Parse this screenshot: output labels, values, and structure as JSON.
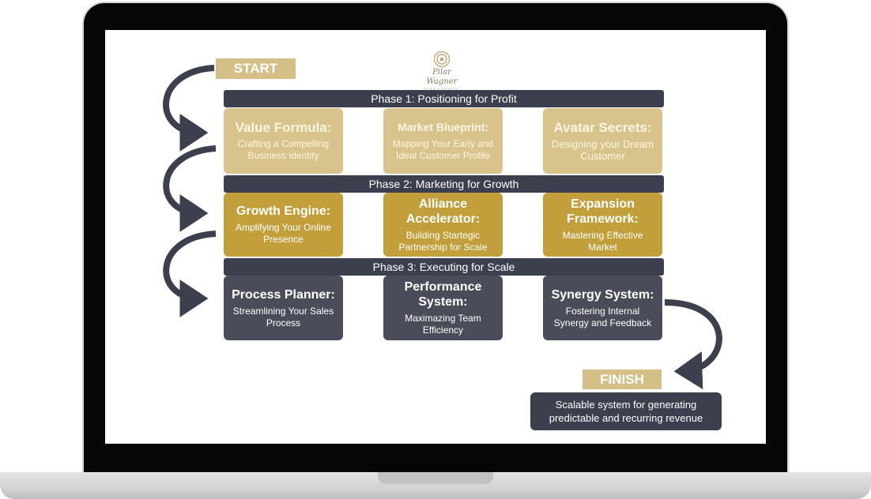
{
  "brand": {
    "script": "Pilar Wagner",
    "tagline": "SALES STRATEGIST"
  },
  "start_label": "START",
  "finish_label": "FINISH",
  "finish_text": "Scalable system for generating predictable and recurring revenue",
  "phases": [
    {
      "title": "Phase 1: Positioning for Profit",
      "cards": [
        {
          "title": "Value Formula:",
          "subtitle": "Crafting a Compelling Business identity"
        },
        {
          "title": "Market Blueprint:",
          "subtitle": "Mapping Your Early and Ideal Customer Profile"
        },
        {
          "title": "Avatar Secrets:",
          "subtitle": "Designing your Dream Customer"
        }
      ]
    },
    {
      "title": "Phase 2: Marketing for Growth",
      "cards": [
        {
          "title": "Growth Engine:",
          "subtitle": "Amplifying Your Online Presence"
        },
        {
          "title": "Alliance Accelerator:",
          "subtitle": "Building Startegic Partnership for Scale"
        },
        {
          "title": "Expansion Framework:",
          "subtitle": "Mastering Effective Market"
        }
      ]
    },
    {
      "title": "Phase 3: Executing for Scale",
      "cards": [
        {
          "title": "Process Planner:",
          "subtitle": "Streamlining Your Sales Process"
        },
        {
          "title": "Performance System:",
          "subtitle": "Maximazing Team Efficiency"
        },
        {
          "title": "Synergy System:",
          "subtitle": "Fostering Internal Synergy and Feedback"
        }
      ]
    }
  ],
  "colors": {
    "phase1_card": "#d8c38c",
    "phase2_card": "#c29f3b",
    "phase3_card": "#4a4c59",
    "phase_bar": "#3c3f4d",
    "label_box": "#d4bf86"
  }
}
